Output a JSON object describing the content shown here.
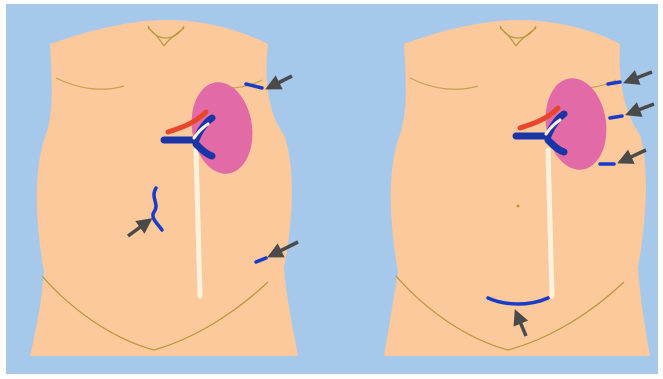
{
  "colors": {
    "background": "#a6c8eb",
    "skin": "#fbc99c",
    "skin_line": "#b99a3a",
    "kidney": "#e26aa6",
    "vein": "#1a35a8",
    "artery": "#e8452a",
    "ureter": "#fff2dc",
    "incision": "#1a3bc8",
    "arrow": "#4a4a4a"
  },
  "panels": [
    {
      "name": "left-torso",
      "description_icon": "torso-illustration",
      "incisions": [
        "upper-right-port",
        "left-wavy-incision",
        "lower-right-port"
      ],
      "arrow_count": 3
    },
    {
      "name": "right-torso",
      "description_icon": "torso-illustration",
      "incisions": [
        "upper-right-port-1",
        "upper-right-port-2",
        "mid-right-port",
        "suprapubic-incision"
      ],
      "arrow_count": 4
    }
  ]
}
